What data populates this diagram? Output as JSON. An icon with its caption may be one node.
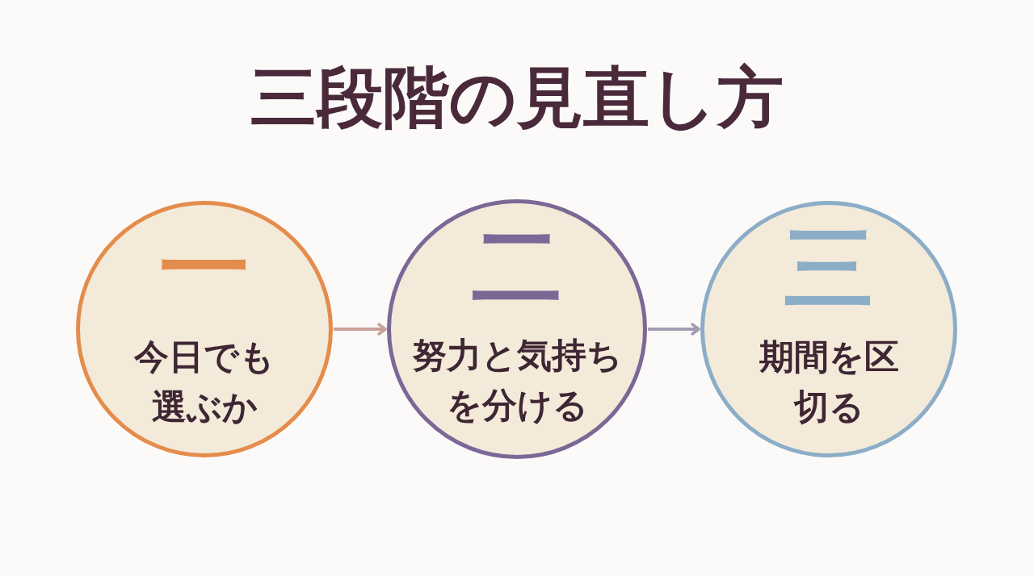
{
  "diagram": {
    "title": "三段階の見直し方",
    "nodes": [
      {
        "text": [
          "一",
          "今日でも選ぶか"
        ]
      },
      {
        "text": [
          "二",
          "努力と気持ちを分ける"
        ]
      },
      {
        "text": [
          "三",
          "期間を区切る"
        ]
      }
    ],
    "edges": [
      {
        "from": 0,
        "to": 1,
        "arrow": "to",
        "color": "#c9a199"
      },
      {
        "from": 1,
        "to": 2,
        "arrow": "to",
        "color": "#a39db4"
      }
    ]
  }
}
